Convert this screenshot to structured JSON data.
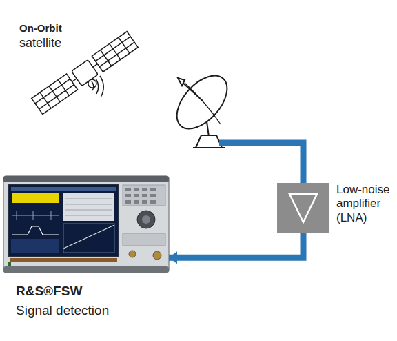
{
  "diagram": {
    "nodes": [
      {
        "text": [
          "On-Orbit",
          "satellite"
        ]
      },
      {
        "text": [
          "Low-noise amplifier (LNA)"
        ]
      },
      {
        "text": [
          "R&S®FSW",
          "Signal detection"
        ]
      }
    ],
    "edges": [
      {
        "from": 1,
        "to": 2,
        "arrow": "to"
      }
    ]
  }
}
